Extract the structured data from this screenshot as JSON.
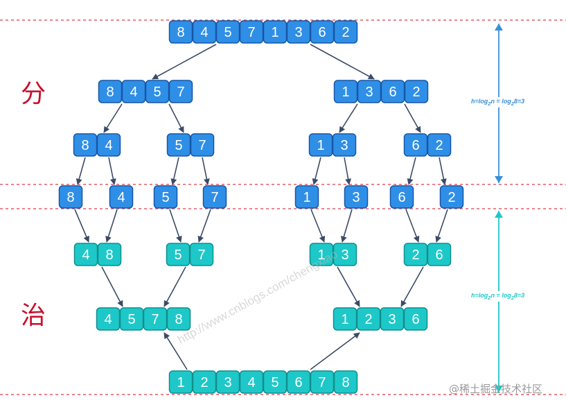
{
  "colors": {
    "divide_box": "#2f8fe6",
    "divide_border": "#1656a8",
    "merge_box": "#1ec8c8",
    "merge_border": "#108e8e",
    "arrow": "#3b4a66",
    "dashed_line": "#d93a4a",
    "phase_label": "#c8102e",
    "height_arrow_divide": "#3a8fd8",
    "height_arrow_merge": "#1ec8c8"
  },
  "labels": {
    "divide": "分",
    "conquer": "治"
  },
  "height_formula": {
    "h": "h",
    "eq": "=log",
    "sub": "2",
    "n": "n = log",
    "sub2": "2",
    "tail": "8=3"
  },
  "watermark": "http://www.cnblogs.com/chengxiao",
  "credit": "@稀土掘金技术社区",
  "rows": [
    {
      "kind": "divide",
      "groups": [
        [
          "8",
          "4",
          "5",
          "7",
          "1",
          "3",
          "6",
          "2"
        ]
      ]
    },
    {
      "kind": "divide",
      "groups": [
        [
          "8",
          "4",
          "5",
          "7"
        ],
        [
          "1",
          "3",
          "6",
          "2"
        ]
      ]
    },
    {
      "kind": "divide",
      "groups": [
        [
          "8",
          "4"
        ],
        [
          "5",
          "7"
        ],
        [
          "1",
          "3"
        ],
        [
          "6",
          "2"
        ]
      ]
    },
    {
      "kind": "divide",
      "groups": [
        [
          "8"
        ],
        [
          "4"
        ],
        [
          "5"
        ],
        [
          "7"
        ],
        [
          "1"
        ],
        [
          "3"
        ],
        [
          "6"
        ],
        [
          "2"
        ]
      ]
    },
    {
      "kind": "merge",
      "groups": [
        [
          "4",
          "8"
        ],
        [
          "5",
          "7"
        ],
        [
          "1",
          "3"
        ],
        [
          "2",
          "6"
        ]
      ]
    },
    {
      "kind": "merge",
      "groups": [
        [
          "4",
          "5",
          "7",
          "8"
        ],
        [
          "1",
          "2",
          "3",
          "6"
        ]
      ]
    },
    {
      "kind": "merge",
      "groups": [
        [
          "1",
          "2",
          "3",
          "4",
          "5",
          "6",
          "7",
          "8"
        ]
      ]
    }
  ]
}
